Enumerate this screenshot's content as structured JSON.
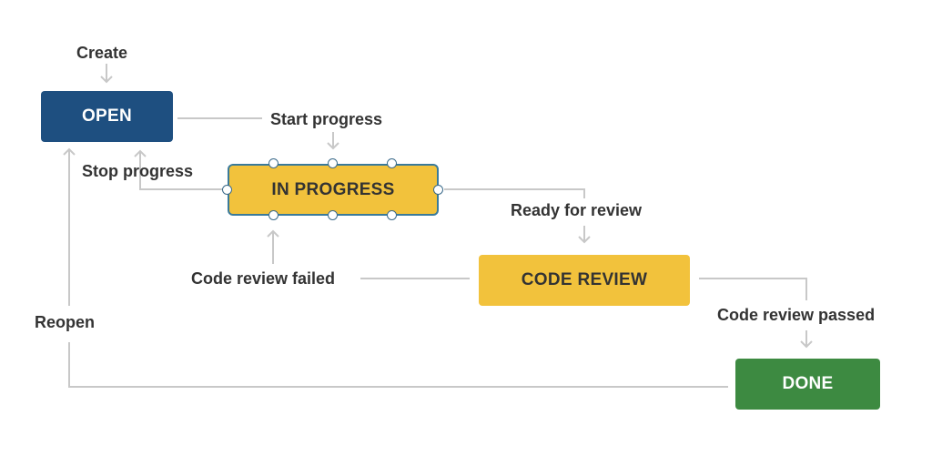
{
  "colors": {
    "open": "#1e4f80",
    "in_progress": "#f2c23c",
    "code_review": "#f2c23c",
    "done": "#3d8a41",
    "line": "#c8c8c8"
  },
  "states": {
    "open": "OPEN",
    "in_progress": "IN PROGRESS",
    "code_review": "CODE REVIEW",
    "done": "DONE"
  },
  "transitions": {
    "create": "Create",
    "start_progress": "Start progress",
    "stop_progress": "Stop progress",
    "ready_for_review": "Ready for review",
    "code_review_failed": "Code review failed",
    "code_review_passed": "Code review passed",
    "reopen": "Reopen"
  }
}
